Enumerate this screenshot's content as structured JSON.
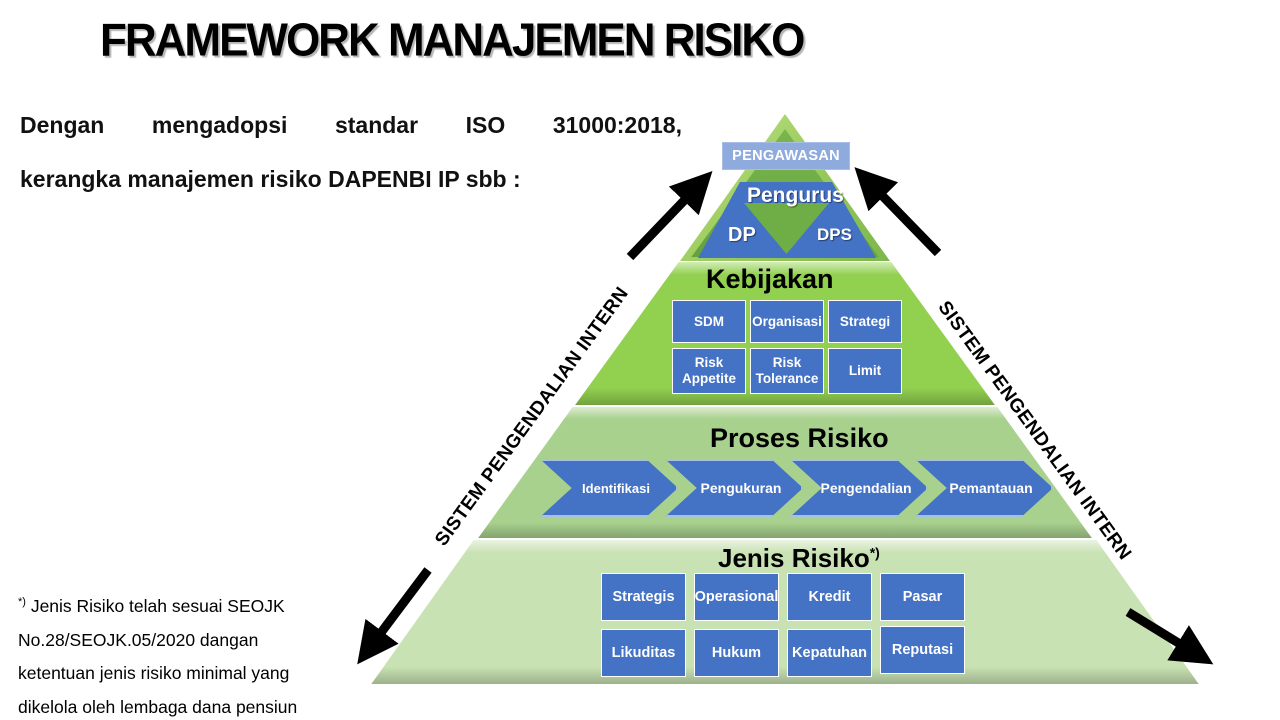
{
  "slide": {
    "title": "FRAMEWORK MANAJEMEN RISIKO",
    "intro_line1": "Dengan mengadopsi standar ISO 31000:2018,",
    "intro_line2": "kerangka manajemen risiko DAPENBI IP sbb :"
  },
  "pyramid": {
    "oversight_label": "PENGAWASAN",
    "governance": {
      "title": "Pengurus",
      "left": "DP",
      "right": "DPS"
    },
    "policy": {
      "title": "Kebijakan",
      "items": [
        "SDM",
        "Organisasi",
        "Strategi",
        "Risk Appetite",
        "Risk Tolerance",
        "Limit"
      ]
    },
    "process": {
      "title": "Proses Risiko",
      "steps": [
        "Identifikasi",
        "Pengukuran",
        "Pengendalian",
        "Pemantauan"
      ]
    },
    "risk_types": {
      "title": "Jenis Risiko",
      "superscript": "*)",
      "items": [
        "Strategis",
        "Operasional",
        "Kredit",
        "Pasar",
        "Likuditas",
        "Hukum",
        "Kepatuhan",
        "Reputasi"
      ]
    }
  },
  "side_labels": {
    "left": "SISTEM PENGENDALIAN INTERN",
    "right": "SISTEM PENGENDALIAN INTERN"
  },
  "footnote": {
    "marker": "*)",
    "text": " Jenis Risiko telah sesuai SEOJK No.28/SEOJK.05/2020 dangan ketentuan jenis risiko minimal yang dikelola oleh lembaga dana pensiun"
  },
  "colors": {
    "box_blue": "#4472C4",
    "oversight_blue": "#8FAADC",
    "policy_green": "#92D050",
    "process_green": "#A9D18E",
    "risk_types_green": "#C9E2B3",
    "triangle_green": "#6FAE47",
    "arrow_black": "#000000"
  }
}
